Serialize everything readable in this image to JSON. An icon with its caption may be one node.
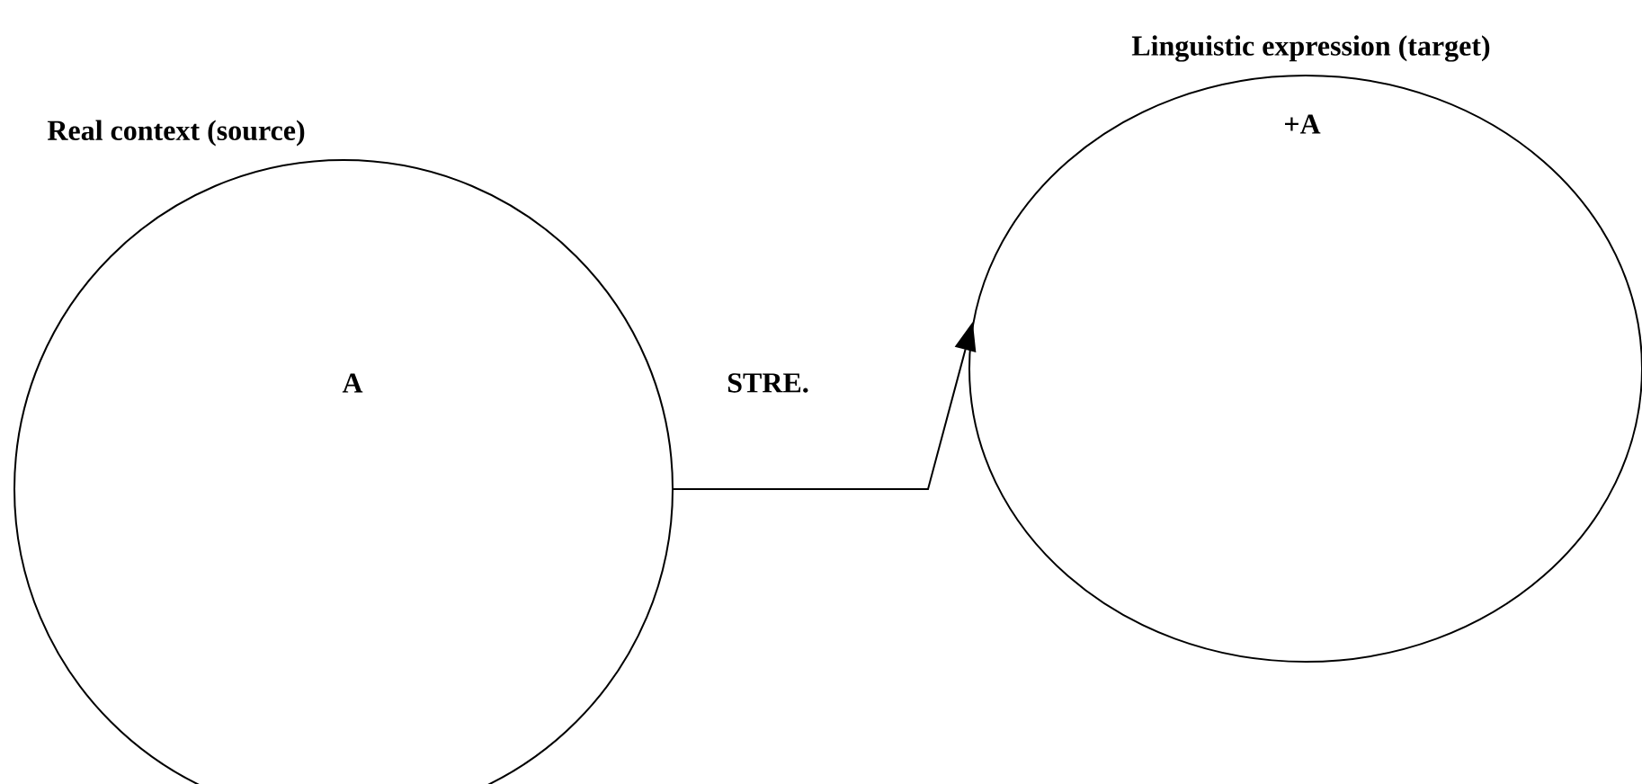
{
  "diagram": {
    "nodes": [
      {
        "text": [
          "Real context (source)",
          "A"
        ]
      },
      {
        "text": [
          "Linguistic expression (target)",
          "+A"
        ]
      }
    ],
    "edges": [
      {
        "from": 0,
        "to": 1,
        "arrow": "to",
        "label": "STRE."
      }
    ]
  }
}
